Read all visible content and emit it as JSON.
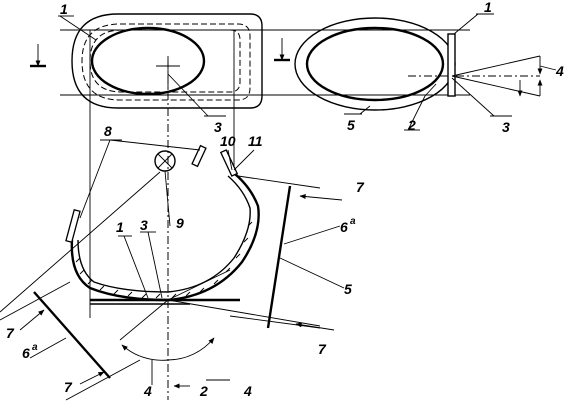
{
  "labels": {
    "top_left_1": "1",
    "top_left_3": "3",
    "top_right_1": "1",
    "top_right_2": "2",
    "top_right_3": "3",
    "top_right_4": "4",
    "top_right_5": "5",
    "section_8": "8",
    "section_9": "9",
    "section_10": "10",
    "section_11": "11",
    "section_7_right_top": "7",
    "section_6a_right": "6",
    "section_6a_right_sup": "a",
    "section_5": "5",
    "section_1": "1",
    "section_3": "3",
    "section_7_right_bottom": "7",
    "section_7_left_top": "7",
    "section_6a_left": "6",
    "section_6a_left_sup": "a",
    "section_7_left_bottom": "7",
    "section_4_left": "4",
    "section_2": "2",
    "section_4_right": "4"
  }
}
